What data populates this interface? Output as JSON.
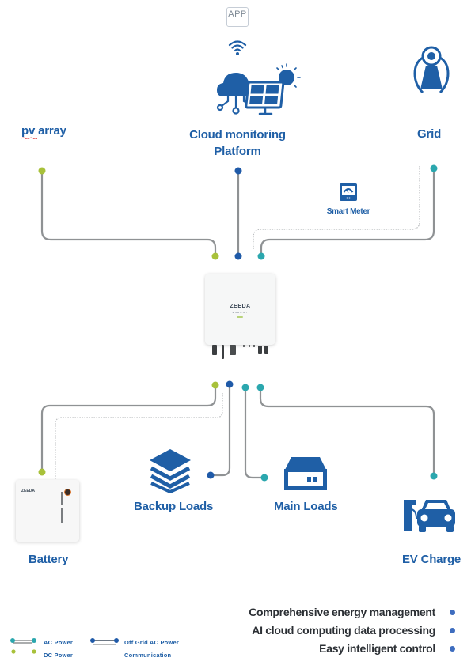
{
  "title": "Hybrid inverter energy system diagram",
  "colors": {
    "label_blue": "#1f5fa6",
    "icon_blue": "#1f5fa6",
    "dc_green": "#a8c13a",
    "ac_teal": "#2ba7ae",
    "offgrid_blue": "#1f5aa8",
    "wire_gray": "#8f9294",
    "feature_dot": "#3e6dbf"
  },
  "top": {
    "app_label": "APP",
    "cloud_label_line1": "Cloud monitoring",
    "cloud_label_line2": "Platform",
    "pv_label": "pv array",
    "grid_label": "Grid",
    "smart_meter_label": "Smart Meter"
  },
  "inverter": {
    "brand": "ZEEDA",
    "sub": "ENERGY"
  },
  "bottom": {
    "battery_label": "Battery",
    "battery_brand": "ZEEDA",
    "backup_label": "Backup Loads",
    "main_label": "Main Loads",
    "ev_label": "EV Charge"
  },
  "features": [
    "Comprehensive energy management",
    "AI cloud computing data processing",
    "Easy intelligent control"
  ],
  "legend": {
    "ac_power": "AC Power",
    "dc_power": "DC Power",
    "off_grid_ac_power": "Off Grid AC Power",
    "communication": "Communication"
  },
  "icons": {
    "app": "phone-app-icon",
    "wifi": "wifi-icon",
    "cloud_solar": "cloud-solar-panel-icon",
    "grid": "grid-tower-icon",
    "smart_meter": "smart-meter-icon",
    "backup_loads": "stacked-layers-icon",
    "main_loads": "load-box-icon",
    "ev_charge": "ev-charger-car-icon"
  }
}
